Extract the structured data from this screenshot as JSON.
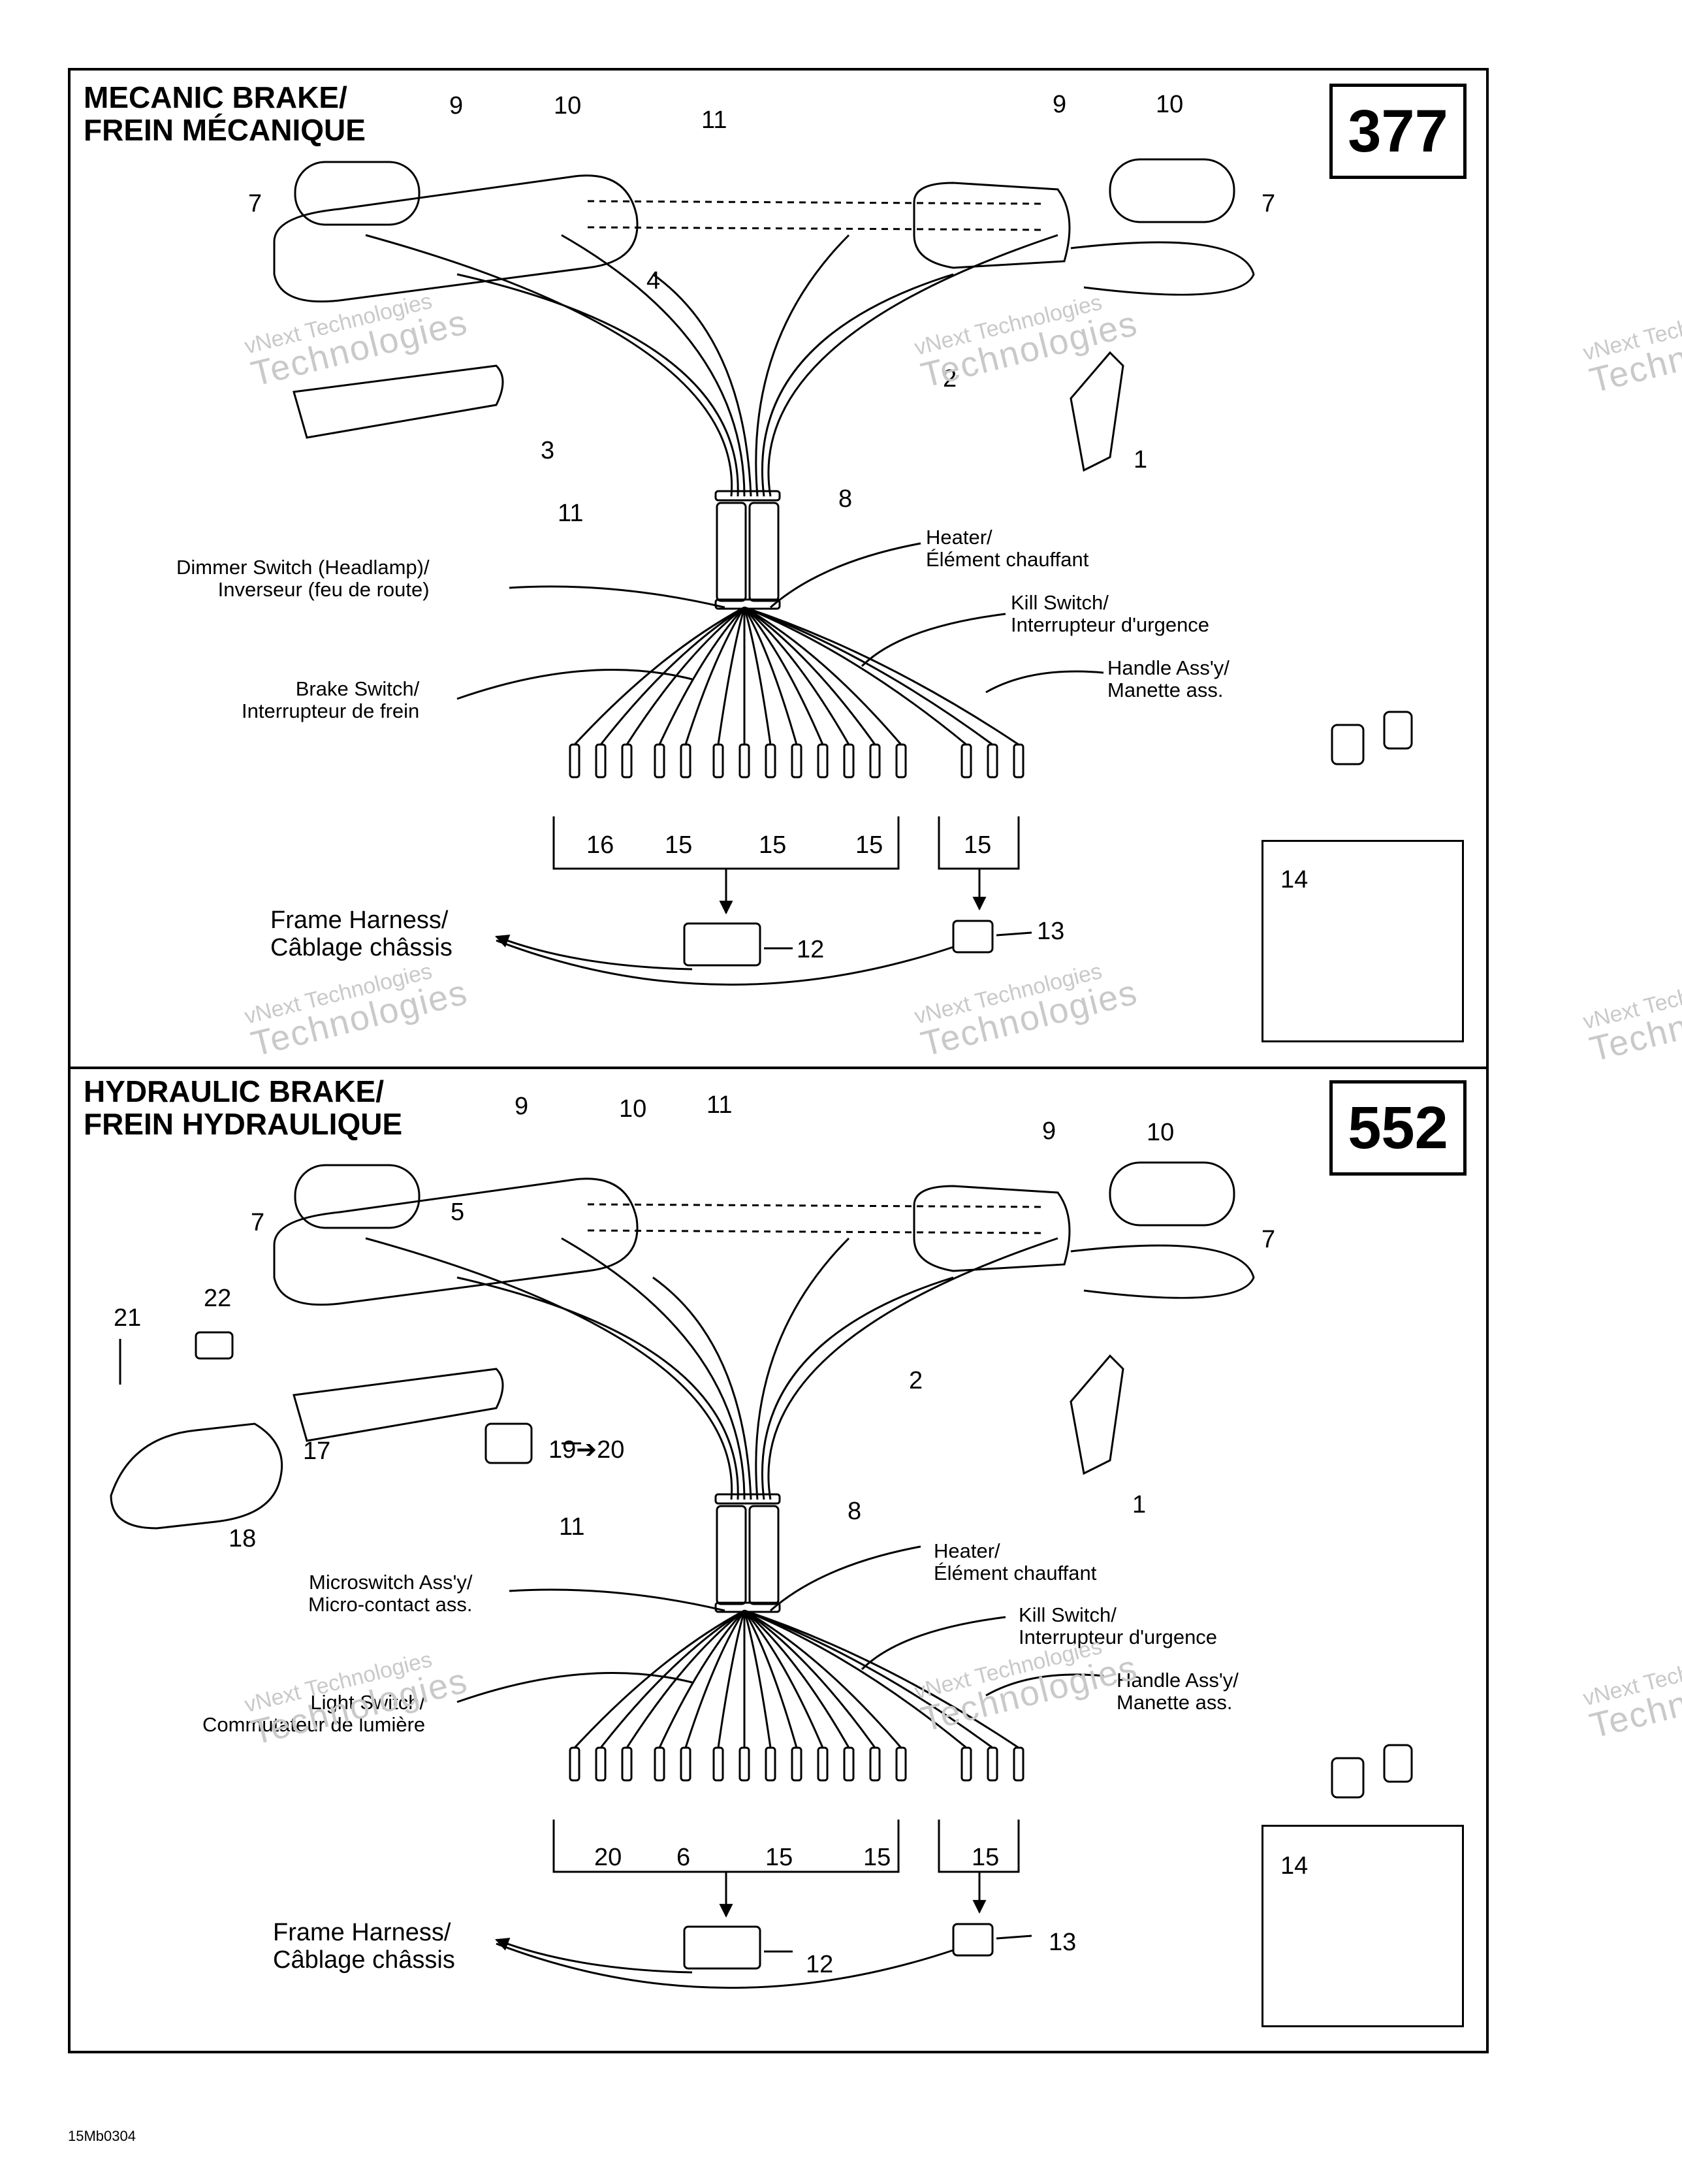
{
  "sections": [
    {
      "title": "MECANIC BRAKE/\nFREIN MÉCANIQUE",
      "badge": "377",
      "callouts": [
        "Dimmer Switch (Headlamp)/\nInverseur (feu de route)",
        "Brake Switch/\nInterrupteur de frein",
        "Heater/\nÉlément chauffant",
        "Kill Switch/\nInterrupteur d'urgence",
        "Handle Ass'y/\nManette ass.",
        "Frame Harness/\nCâblage châssis"
      ],
      "numbers": [
        "9",
        "10",
        "11",
        "9",
        "10",
        "7",
        "7",
        "4",
        "2",
        "3",
        "1",
        "11",
        "8",
        "16",
        "15",
        "15",
        "15",
        "15",
        "12",
        "13",
        "14"
      ]
    },
    {
      "title": "HYDRAULIC BRAKE/\nFREIN HYDRAULIQUE",
      "badge": "552",
      "callouts": [
        "Microswitch Ass'y/\nMicro-contact ass.",
        "Light Switch/\nCommutateur de lumière",
        "Heater/\nÉlément chauffant",
        "Kill Switch/\nInterrupteur d'urgence",
        "Handle Ass'y/\nManette ass.",
        "Frame Harness/\nCâblage châssis"
      ],
      "numbers": [
        "9",
        "10",
        "11",
        "9",
        "10",
        "7",
        "5",
        "7",
        "21",
        "22",
        "2",
        "17",
        "19➔20",
        "1",
        "18",
        "11",
        "8",
        "20",
        "6",
        "15",
        "15",
        "15",
        "12",
        "13",
        "14"
      ]
    }
  ],
  "watermark": {
    "line1": "vNext Technologies",
    "line2": "Technologies"
  },
  "drawing_code": "15Mb0304"
}
